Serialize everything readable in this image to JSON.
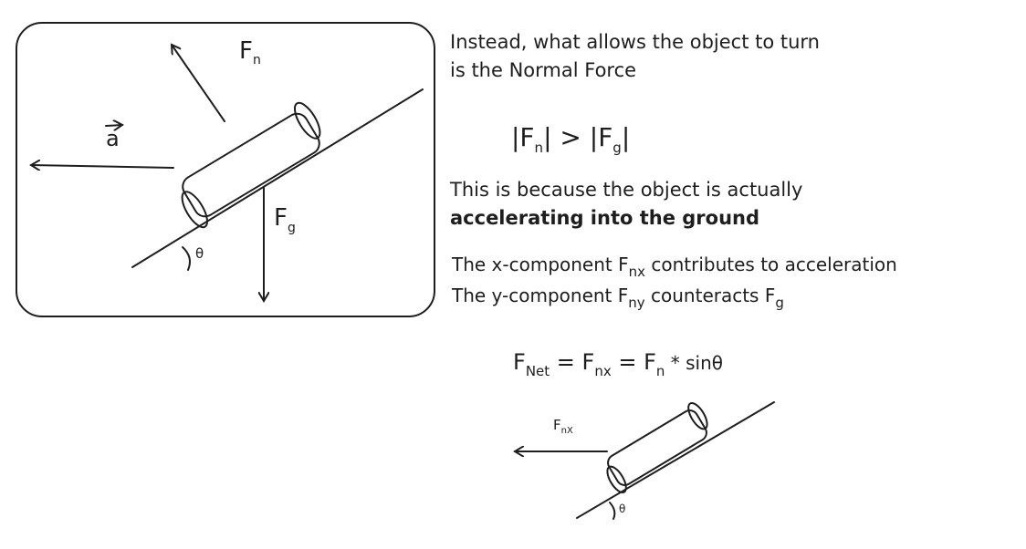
{
  "diagram1": {
    "fn_label": "F",
    "fn_sub": "n",
    "a_label": "a",
    "fg_label": "F",
    "fg_sub": "g",
    "theta": "θ"
  },
  "text": {
    "line1": "Instead, what allows the object to turn",
    "line2": "is the Normal Force",
    "ineq": {
      "left": "|F",
      "left_sub": "n",
      "mid": "| > |F",
      "right_sub": "g",
      "end": "|"
    },
    "line3": "This is because the object is actually",
    "line4": "accelerating into the ground",
    "line5_a": "The x-component F",
    "line5_sub": "nx",
    "line5_b": " contributes to acceleration",
    "line6_a": "The y-component F",
    "line6_sub": "ny",
    "line6_b": " counteracts F",
    "line6_sub2": "g",
    "eq": {
      "a": "F",
      "a_sub": "Net",
      "b": " = F",
      "b_sub": "nx",
      "c": " = F",
      "c_sub": "n",
      "d": " * sinθ"
    }
  },
  "diagram2": {
    "fnx_label": "F",
    "fnx_sub": "nX",
    "theta": "θ"
  },
  "colors": {
    "stroke": "#1e1e1e",
    "background": "#ffffff"
  }
}
